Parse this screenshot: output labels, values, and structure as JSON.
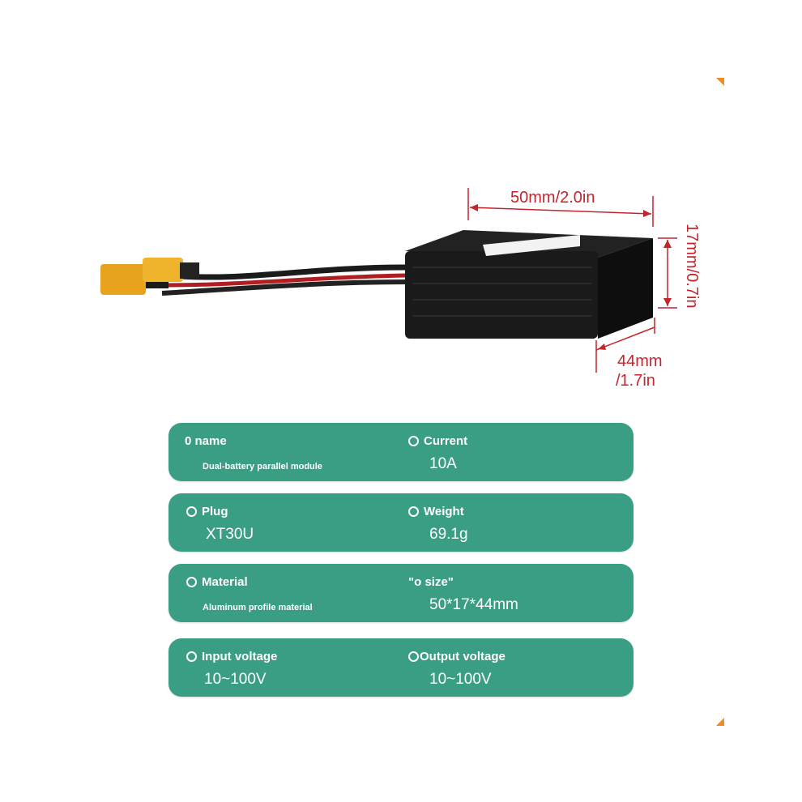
{
  "product": {
    "dimensions": {
      "length": "50mm/2.0in",
      "height": "17mm/0.7in",
      "depth_line1": "44mm",
      "depth_line2": "/1.7in"
    }
  },
  "specs": [
    {
      "left": {
        "label": "0 name",
        "value": "Dual-battery parallel module"
      },
      "right": {
        "label": "Current",
        "value": "10A"
      }
    },
    {
      "left": {
        "label": "Plug",
        "value": "XT30U"
      },
      "right": {
        "label": "Weight",
        "value": "69.1g"
      }
    },
    {
      "left": {
        "label": "Material",
        "value": "Aluminum profile material"
      },
      "right": {
        "label": "\"o size\"",
        "value": "50*17*44mm"
      }
    },
    {
      "left": {
        "label": "Input voltage",
        "value": "10~100V"
      },
      "right": {
        "label": "Output voltage",
        "value": "10~100V"
      }
    }
  ],
  "colors": {
    "card": "#3a9e84",
    "accent": "#f08a24",
    "dimension": "#c4242b"
  }
}
